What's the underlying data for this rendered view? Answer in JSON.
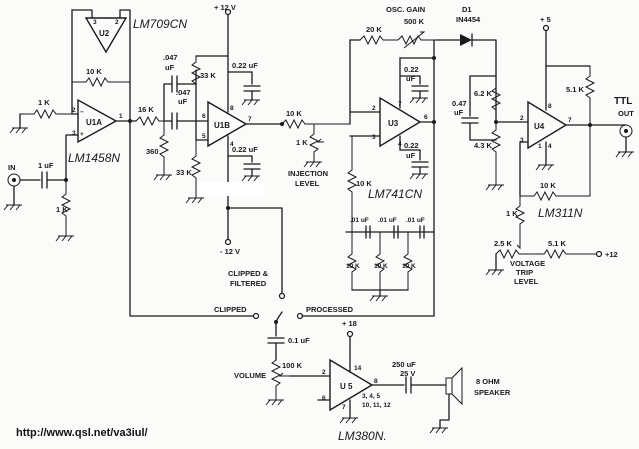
{
  "labels": {
    "lm709": "LM709CN",
    "u2": "U2",
    "r10k_fb": "10 K",
    "r1k_in": "1 K",
    "u1a": "U1A",
    "lm1458": "LM1458N",
    "in": "IN",
    "c1uf": "1 uF",
    "r1k_gnd": "1 K",
    "r16k": "16 K",
    "c047a": ".047",
    "c047a_u": "uF",
    "c047b": ".047",
    "c047b_u": "uF",
    "r360": "360",
    "r33k_top": "33 K",
    "r33k_bot": "33 K",
    "c022_top": "0.22 uF",
    "c022_bot": "0.22 uF",
    "u1b": "U1B",
    "v12pos": "+ 12 V",
    "v12neg": "- 12 V",
    "r10k_inj": "10 K",
    "r1k_inj": "1 K",
    "injection": "INJECTION",
    "level": "LEVEL",
    "osc_gain": "OSC. GAIN",
    "r20k": "20 K",
    "r500k": "500 K",
    "d1": "D1",
    "d1_type": "IN4454",
    "u3": "U3",
    "lm741": "LM741CN",
    "c022_u3a": "0.22",
    "c022_u3a_u": "uF",
    "c022_u3b": "0.22",
    "c022_u3b_u": "uF",
    "r10k_u3": "10 K",
    "c01a": ".01 uF",
    "c01b": ".01 uF",
    "c01c": ".01 uF",
    "r10k_a": "10 K",
    "r10k_b": "10 K",
    "r10k_c": "10 K",
    "clipped_filtered_1": "CLIPPED &",
    "clipped_filtered_2": "FILTERED",
    "clipped": "CLIPPED",
    "processed": "PROCESSED",
    "v5": "+ 5",
    "c047_u4": "0.47",
    "c047_u4_u": "uF",
    "r62k": "6.2 K",
    "r43k": "4.3 K",
    "r51k_top": "5.1 K",
    "u4": "U4",
    "lm311": "LM311N",
    "ttl": "TTL",
    "out": "OUT",
    "r10k_u4": "10 K",
    "r1k_u4": "1 K",
    "r25k": "2.5 K",
    "r51k_bot": "5.1 K",
    "v12_trip": "+12",
    "voltage": "VOLTAGE",
    "trip": "TRIP",
    "trip_level": "LEVEL",
    "c01uf": "0.1 uF",
    "r100k": "100 K",
    "volume": "VOLUME",
    "v18": "+ 18",
    "u5": "U 5",
    "lm380": "LM380N.",
    "c250": "250 uF",
    "c250v": "25 V",
    "speaker_1": "8 OHM",
    "speaker_2": "SPEAKER",
    "pins_u5": "3, 4, 5",
    "pins_u5b": "10, 11, 12",
    "url": "http://www.qsl.net/va3iul/"
  },
  "pins": {
    "u2_3": "3",
    "u2_2": "2",
    "u1a_2": "2",
    "u1a_3": "3",
    "u1a_1": "1",
    "u1b_6": "6",
    "u1b_5": "5",
    "u1b_7": "7",
    "u1b_8": "8",
    "u1b_4": "4",
    "u3_2": "2",
    "u3_3": "3",
    "u3_7": "7",
    "u3_6": "6",
    "u3_4": "4",
    "u4_2": "2",
    "u4_3": "3",
    "u4_8": "8",
    "u4_7": "7",
    "u4_4": "4",
    "u4_1": "1",
    "u5_2": "2",
    "u5_6": "6",
    "u5_14": "14",
    "u5_8": "8",
    "u5_7": "7"
  }
}
